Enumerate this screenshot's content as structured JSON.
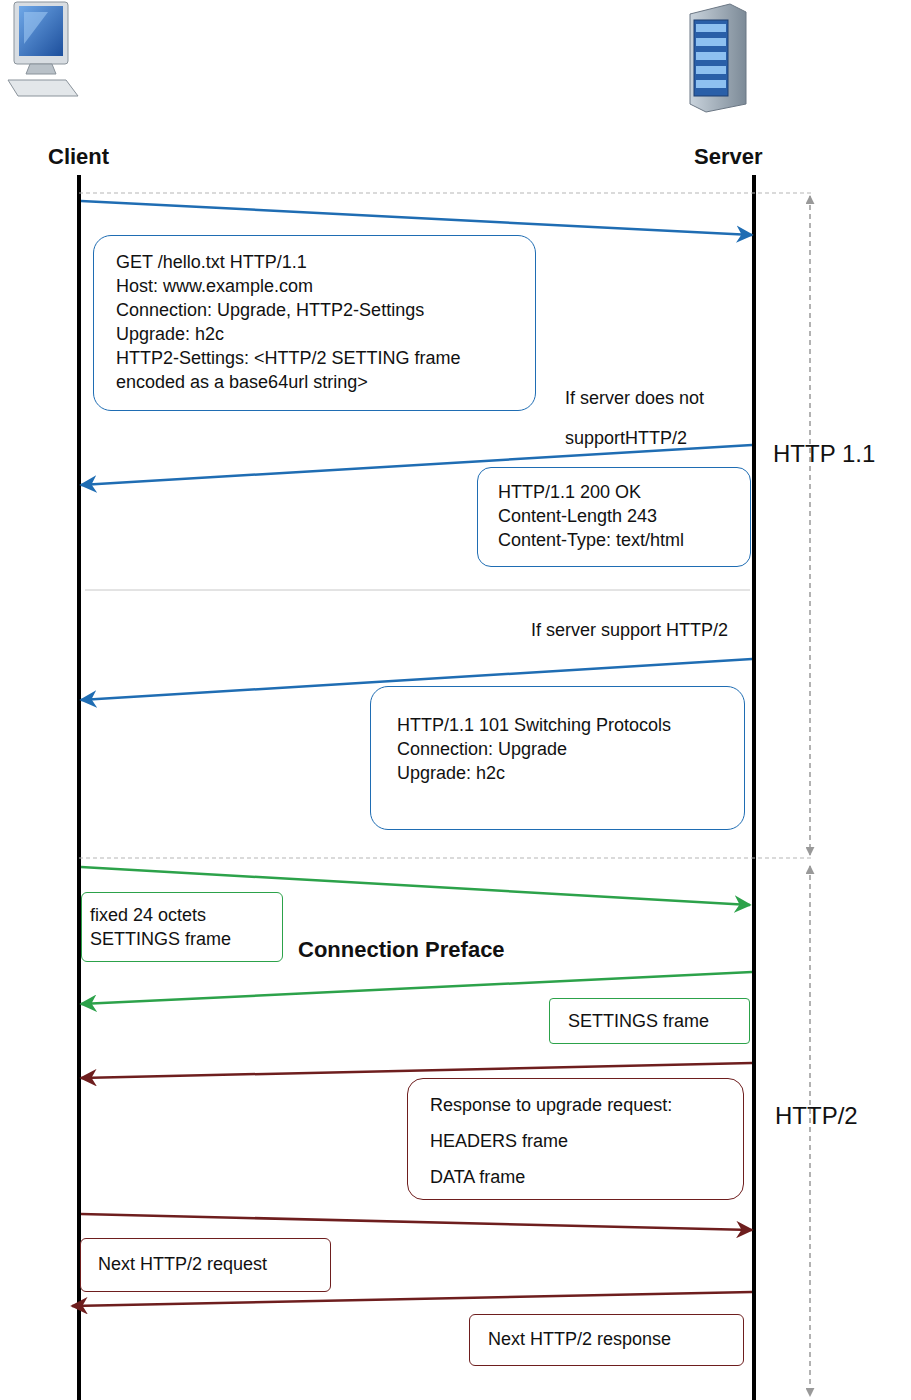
{
  "diagram": {
    "nodes": [
      {
        "text": [
          "GET /hello.txt HTTP/1.1",
          "Host: www.example.com",
          "Connection: Upgrade, HTTP2-Settings",
          "Upgrade: h2c",
          "HTTP2-Settings: <HTTP/2 SETTING frame encoded as a base64url string>"
        ]
      },
      {
        "text": [
          "HTTP/1.1 200 OK",
          "Content-Length 243",
          "Content-Type: text/html"
        ]
      },
      {
        "text": [
          "HTTP/1.1 101 Switching Protocols",
          "Connection: Upgrade",
          "Upgrade: h2c"
        ]
      },
      {
        "text": [
          "fixed 24 octets",
          "SETTINGS frame"
        ]
      },
      {
        "text": [
          "SETTINGS frame"
        ]
      },
      {
        "text": [
          "Response to upgrade request:",
          "HEADERS frame",
          "DATA frame"
        ]
      },
      {
        "text": [
          "Next HTTP/2 request"
        ]
      },
      {
        "text": [
          "Next HTTP/2 response"
        ]
      }
    ],
    "labels": [
      "Client",
      "Server",
      "If server does not supportHTTP/2",
      "HTTP 1.1",
      "If server support HTTP/2",
      "Connection Preface",
      "HTTP/2"
    ]
  }
}
